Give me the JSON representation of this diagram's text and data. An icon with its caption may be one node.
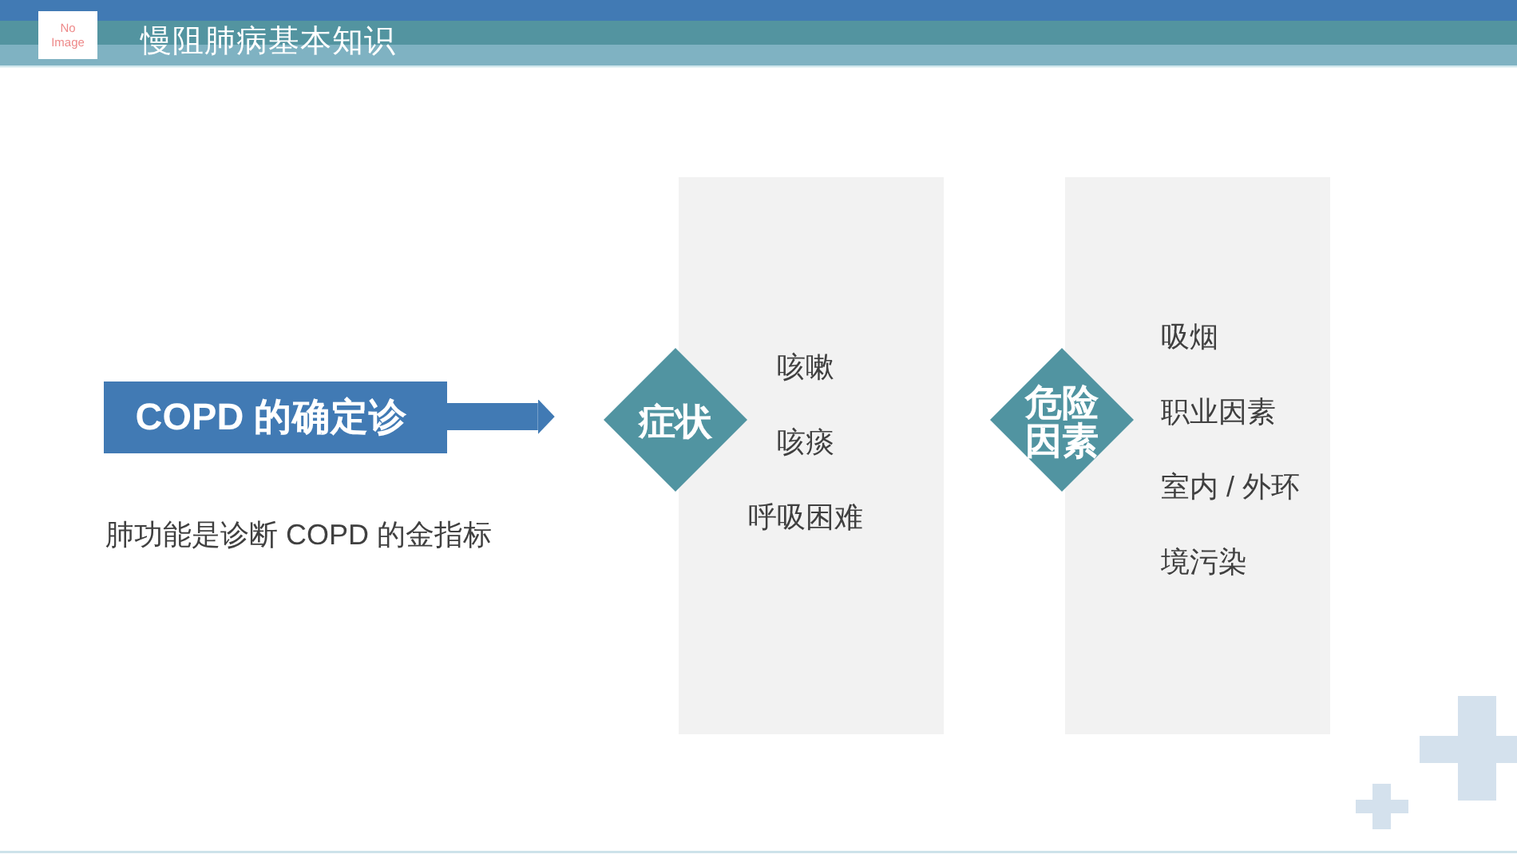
{
  "diagram": {
    "title": "慢阻肺病基本知识",
    "nodes": [
      {
        "text": [
          "COPD 的确定诊"
        ]
      },
      {
        "text": [
          "症状"
        ]
      },
      {
        "text": [
          "咳嗽",
          "咳痰",
          "呼吸困难"
        ]
      },
      {
        "text": [
          "危险因素"
        ]
      },
      {
        "text": [
          "吸烟",
          "职业因素",
          "室内 / 外环境污染"
        ]
      }
    ],
    "edges": [
      {
        "from": 0,
        "to": 1,
        "arrow": "to"
      }
    ],
    "labels": [
      "No Image",
      "肺功能是诊断 COPD 的金指标"
    ]
  }
}
